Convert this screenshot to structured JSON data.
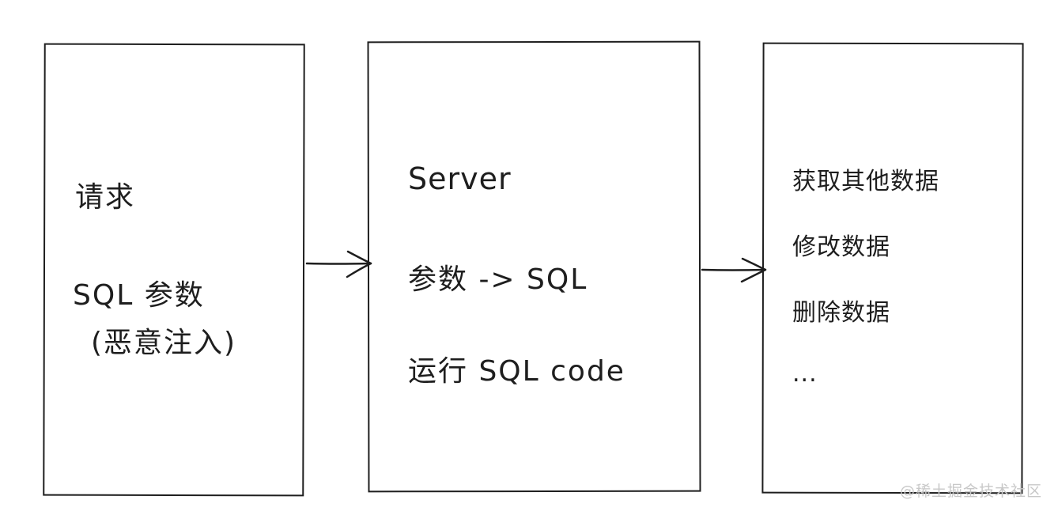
{
  "request_box": {
    "title": "请求",
    "line2": "SQL 参数",
    "line3": "(恶意注入)"
  },
  "server_box": {
    "title": "Server",
    "line2": "参数 -> SQL",
    "line3": "运行 SQL code"
  },
  "result_box": {
    "items": [
      "获取其他数据",
      "修改数据",
      "删除数据",
      "..."
    ]
  },
  "watermark": "@稀土掘金技术社区"
}
